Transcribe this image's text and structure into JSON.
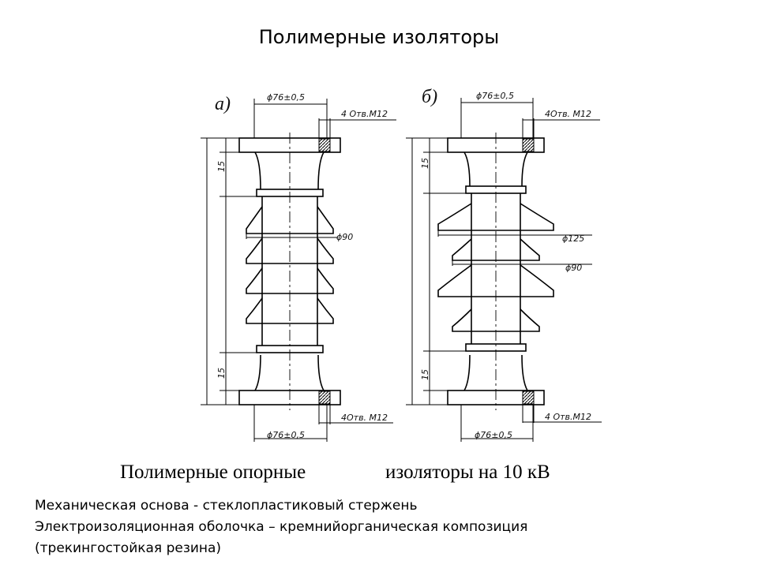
{
  "title": "Полимерные изоляторы",
  "panels": [
    {
      "label": "а)",
      "dim_top": "ϕ76±0,5",
      "dim_top_holes": "4 Отв.М12",
      "dim_shed": "ϕ90",
      "dim_bottom_holes": "4Отв. М12",
      "dim_bottom": "ϕ76±0,5",
      "dim_height_top": "15",
      "dim_height_bottom": "15"
    },
    {
      "label": "б)",
      "dim_top": "ϕ76±0,5",
      "dim_top_holes": "4Отв. М12",
      "dim_shed_large": "ϕ125",
      "dim_shed_small": "ϕ90",
      "dim_bottom_holes": "4 Отв.М12",
      "dim_bottom": "ϕ76±0,5",
      "dim_height_top": "15",
      "dim_height_bottom": "15"
    }
  ],
  "caption_left": "Полимерные опорные",
  "caption_right": "изоляторы на 10 кВ",
  "notes": [
    "Механическая основа  - стеклопластиковый стержень",
    "Электроизоляционная оболочка – кремнийорганическая  композиция",
    "(трекингостойкая резина)"
  ]
}
